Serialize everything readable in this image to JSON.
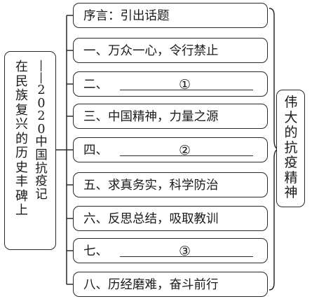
{
  "left_title": {
    "main_chars": [
      "在",
      "民",
      "族",
      "复",
      "兴",
      "的",
      "历",
      "史",
      "丰",
      "碑",
      "上"
    ],
    "dash": "——",
    "sub_chars": [
      "2",
      "0",
      "2",
      "0",
      "中",
      "国",
      "抗",
      "疫",
      "记"
    ]
  },
  "items": [
    {
      "label": "序言：引出话题"
    },
    {
      "label": "一、万众一心，令行禁止"
    },
    {
      "label": "二、",
      "blank_number": "①"
    },
    {
      "label": "三、中国精神，力量之源"
    },
    {
      "label": "四、",
      "blank_number": "②"
    },
    {
      "label": "五、求真务实，科学防治"
    },
    {
      "label": "六、反思总结，吸取教训"
    },
    {
      "label": "七、",
      "blank_number": "③"
    },
    {
      "label": "八、历经磨难，奋斗前行"
    }
  ],
  "right_title": {
    "chars": [
      "伟",
      "大",
      "的",
      "抗",
      "疫",
      "精",
      "神"
    ]
  }
}
